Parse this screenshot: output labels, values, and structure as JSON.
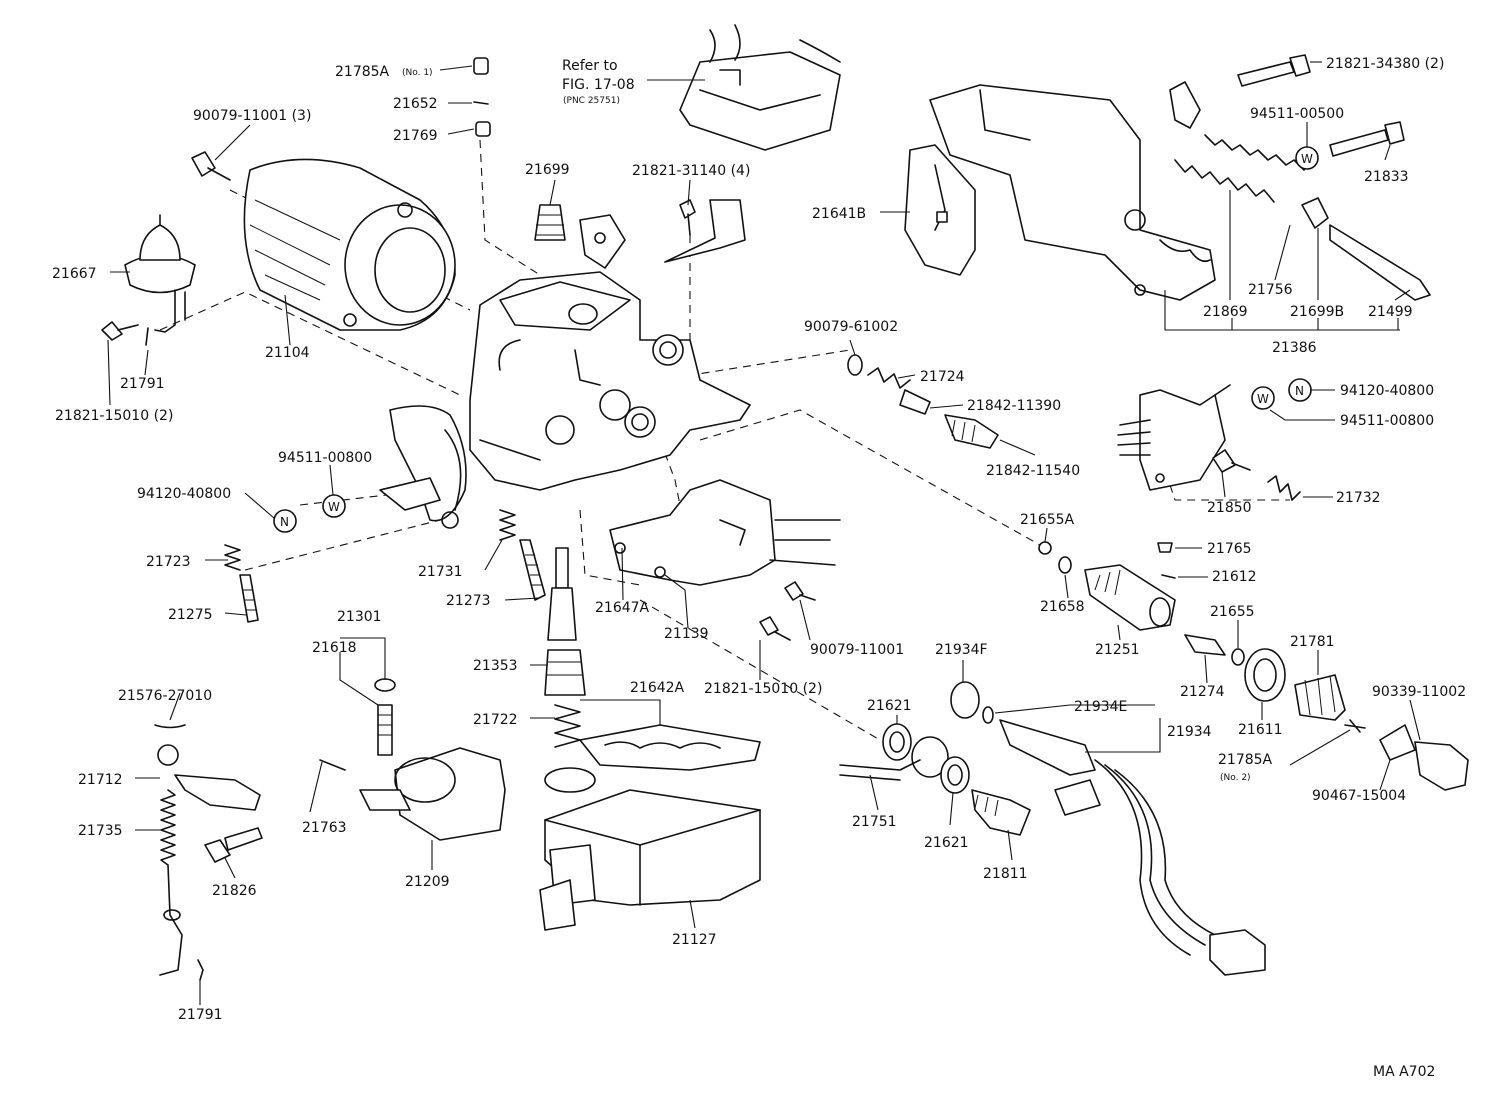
{
  "diagram_code": "MA  A702",
  "refer": {
    "line1": "Refer to",
    "line2": "FIG. 17-08",
    "line3": "(PNC 25751)"
  },
  "labels": {
    "p21785A_1": "21785A",
    "p21785A_1_note": "(No. 1)",
    "p21652": "21652",
    "p21769": "21769",
    "p90079_11001_3": "90079-11001 (3)",
    "p21699": "21699",
    "p21821_31140": "21821-31140 (4)",
    "p21667": "21667",
    "p21104": "21104",
    "p21791_a": "21791",
    "p21821_15010_a": "21821-15010 (2)",
    "p94511_00800_a": "94511-00800",
    "p94120_40800_a": "94120-40800",
    "p21723": "21723",
    "p21275": "21275",
    "p21731": "21731",
    "p21273": "21273",
    "p21301": "21301",
    "p21618": "21618",
    "p21647A": "21647A",
    "p21139": "21139",
    "p90079_11001_b": "90079-11001",
    "p21821_15010_b": "21821-15010 (2)",
    "p21353": "21353",
    "p21642A": "21642A",
    "p21722": "21722",
    "p21576": "21576-27010",
    "p21712": "21712",
    "p21735": "21735",
    "p21826": "21826",
    "p21763": "21763",
    "p21209": "21209",
    "p21127": "21127",
    "p21791_b": "21791",
    "p90079_61002": "90079-61002",
    "p21724": "21724",
    "p21842_11390": "21842-11390",
    "p21842_11540": "21842-11540",
    "p21655A": "21655A",
    "p21658": "21658",
    "p21251": "21251",
    "p21765": "21765",
    "p21612": "21612",
    "p21655": "21655",
    "p21274": "21274",
    "p21781": "21781",
    "p21611": "21611",
    "p90339_11002": "90339-11002",
    "p21785A_2": "21785A",
    "p21785A_2_note": "(No. 2)",
    "p90467_15004": "90467-15004",
    "p21934F": "21934F",
    "p21934E": "21934E",
    "p21934": "21934",
    "p21621_a": "21621",
    "p21621_b": "21621",
    "p21751": "21751",
    "p21811": "21811",
    "p21821_34380": "21821-34380 (2)",
    "p94511_00500": "94511-00500",
    "p21833": "21833",
    "p21641B": "21641B",
    "p21756": "21756",
    "p21869": "21869",
    "p21699B": "21699B",
    "p21499": "21499",
    "p21386": "21386",
    "p94120_40800_b": "94120-40800",
    "p94511_00800_b": "94511-00800",
    "p21850": "21850",
    "p21732": "21732"
  },
  "symbols": {
    "nut": "N",
    "washer": "W"
  },
  "icons": [
    "throttle-body",
    "carburetor-body",
    "float-chamber",
    "solenoid-valve",
    "wire-harness",
    "bracket",
    "spring",
    "screw",
    "nut",
    "washer"
  ]
}
